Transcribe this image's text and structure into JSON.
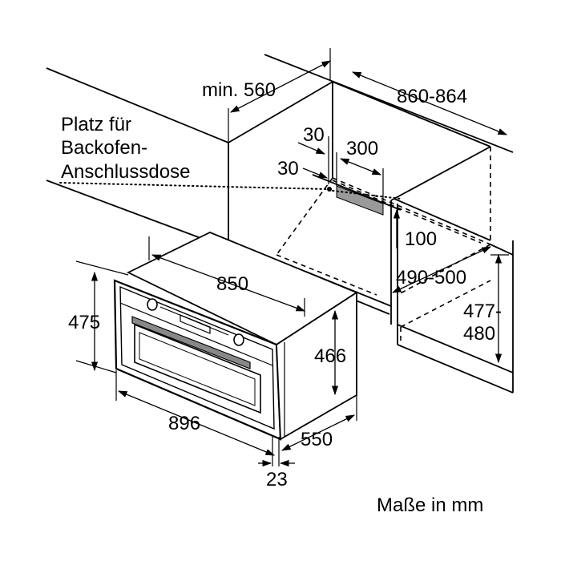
{
  "dimensions": {
    "niche_depth_min": "min. 560",
    "niche_width": "860-864",
    "socket_label_line1": "Platz für",
    "socket_label_line2": "Backofen-",
    "socket_label_line3": "Anschlussdose",
    "socket_offset_top": "30",
    "socket_width": "300",
    "socket_offset_side": "30",
    "socket_height_from_floor": "100",
    "niche_inner_depth": "490-500",
    "niche_height_line1": "477-",
    "niche_height_line2": "480",
    "oven_body_width": "850",
    "oven_front_height": "475",
    "oven_body_height": "466",
    "oven_front_width": "896",
    "oven_depth": "550",
    "front_panel_thickness": "23"
  },
  "footer": {
    "units_note": "Maße in mm"
  }
}
